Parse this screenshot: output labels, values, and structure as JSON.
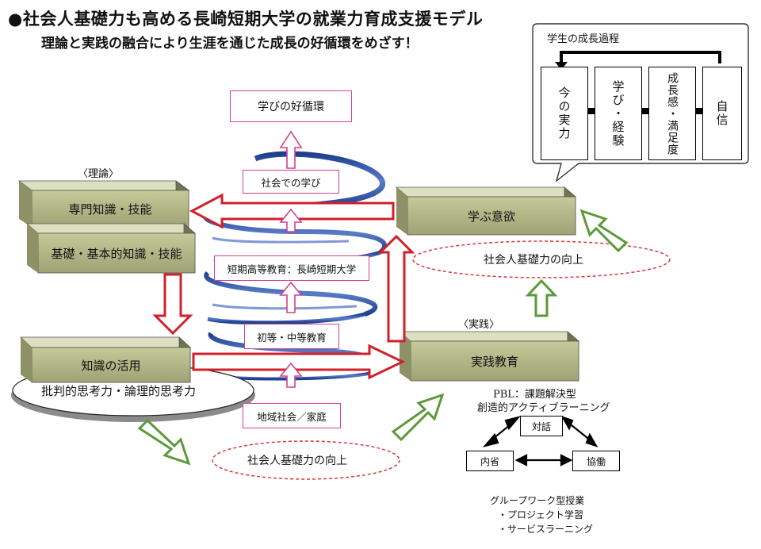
{
  "header": {
    "title": "●社会人基礎力も高める長崎短期大学の就業力育成支援モデル",
    "subtitle": "理論と実践の融合により生涯を通じた成長の好循環をめざす！"
  },
  "theory": {
    "label": "〈理論〉",
    "specialized": "専門知識・技能",
    "basic": "基礎・基本的知識・技能",
    "application": "知識の活用",
    "critical_thinking": "批判的思考力・論理的思考力"
  },
  "practice": {
    "label": "〈実践〉",
    "practical_education": "実践教育",
    "motivation": "学ぶ意欲"
  },
  "center": {
    "cycle": "学びの好循環",
    "society": "社会での学び",
    "higher_ed": "短期高等教育：長崎短期大学",
    "primary_ed": "初等・中等教育",
    "community": "地域社会／家庭"
  },
  "ovals": {
    "skills_up_right": "社会人基礎力の向上",
    "skills_up_bottom": "社会人基礎力の向上"
  },
  "growth": {
    "title": "学生の成長過程",
    "steps": [
      "今の実力",
      "学び・経験",
      "成長感・満足度",
      "自信"
    ]
  },
  "pbl": {
    "line1": "PBL：課題解決型",
    "line2": "創造的アクティブラーニング",
    "dialogue": "対話",
    "reflection": "内省",
    "collaboration": "協働",
    "group_title": "グループワーク型授業",
    "project": "・プロジェクト学習",
    "service": "・サービスラーニング"
  },
  "colors": {
    "block_face": "#b6bc8a",
    "block_top": "#dde0c0",
    "block_side": "#6f7450",
    "red_arrow": "#d0202c",
    "green_arrow": "#5a9a3a",
    "pink_border": "#d2418f",
    "oval_red": "#d83a3a",
    "spiral_blue": "#2c4f9a"
  }
}
